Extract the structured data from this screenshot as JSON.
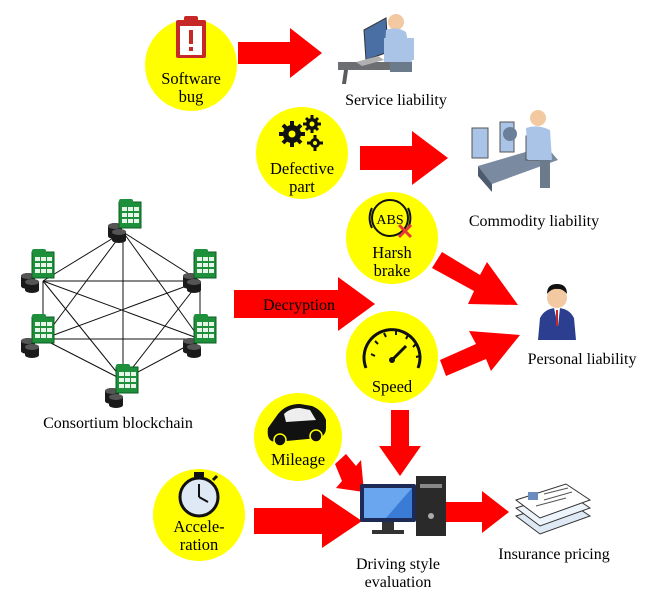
{
  "colors": {
    "circle": "#ffff00",
    "arrow": "#ff0000",
    "spreadsheet_green": "#1e8f3a",
    "database": "#1a1a1a",
    "person_suit": "#2c3e8f",
    "worker_shirt": "#a9c4e6"
  },
  "icons": {
    "software_bug": "clipboard-alert-icon",
    "defective_part": "gears-icon",
    "harsh_brake": "abs-brake-warning-icon",
    "speed": "speedometer-icon",
    "mileage": "car-icon",
    "acceleration": "stopwatch-icon",
    "service_liability": "office-worker-computer-icon",
    "commodity_liability": "factory-worker-conveyor-icon",
    "personal_liability": "businessman-icon",
    "driving_style_evaluation": "desktop-computer-icon",
    "insurance_pricing": "document-stack-icon",
    "blockchain_node": "database-spreadsheet-icon"
  },
  "factors": {
    "software_bug": [
      "Software",
      "bug"
    ],
    "defective_part": [
      "Defective",
      "part"
    ],
    "harsh_brake": [
      "Harsh",
      "brake"
    ],
    "harsh_brake_badge": "ABS",
    "speed": [
      "Speed"
    ],
    "mileage": [
      "Mileage"
    ],
    "acceleration": [
      "Accele-",
      "ration"
    ]
  },
  "outcomes": {
    "service_liability": "Service liability",
    "commodity_liability": "Commodity liability",
    "personal_liability": "Personal liability",
    "driving_style_evaluation": [
      "Driving style",
      "evaluation"
    ],
    "insurance_pricing": "Insurance pricing"
  },
  "blockchain": {
    "label": "Consortium blockchain",
    "arrow_label": "Decryption"
  }
}
